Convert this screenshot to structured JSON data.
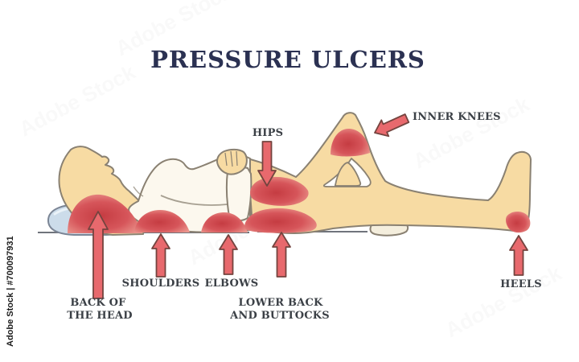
{
  "title": "PRESSURE ULCERS",
  "labels": {
    "hips": "HIPS",
    "inner_knees": "INNER KNEES",
    "back_of_head": [
      "BACK OF",
      "THE HEAD"
    ],
    "shoulders": "SHOULDERS",
    "elbows": "ELBOWS",
    "lower_back_and_buttocks": [
      "LOWER BACK",
      "AND BUTTOCKS"
    ],
    "heels": "HEELS"
  },
  "watermark": {
    "credit": "Adobe Stock | #700097931",
    "ghost": "Adobe Stock"
  },
  "colors": {
    "title_text": "#2b3152",
    "label_text": "#3b4046",
    "arrow_fill": "#e8696d",
    "arrow_stroke": "#74443f",
    "ulcer_center": "#c53c42",
    "ulcer_edge": "#eb978e",
    "skin": "#f7dba3",
    "shirt": "#fcf8ee",
    "outline": "#8a8172",
    "pillow": "#ccdcea",
    "ground_line": "#70747c"
  }
}
